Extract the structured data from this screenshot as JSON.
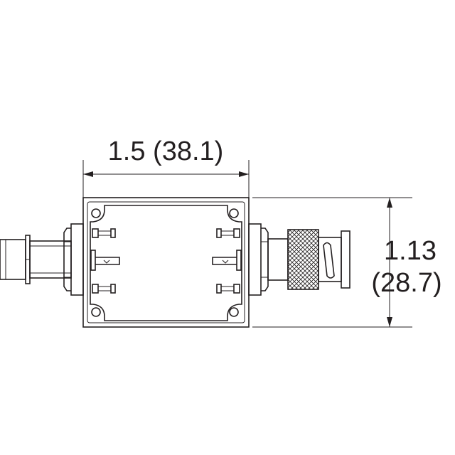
{
  "dimensions": {
    "width": {
      "inches": "1.5",
      "mm": "(38.1)"
    },
    "height": {
      "inches": "1.13",
      "mm": "(28.7)"
    }
  },
  "colors": {
    "line": "#231f20",
    "background": "#ffffff"
  }
}
